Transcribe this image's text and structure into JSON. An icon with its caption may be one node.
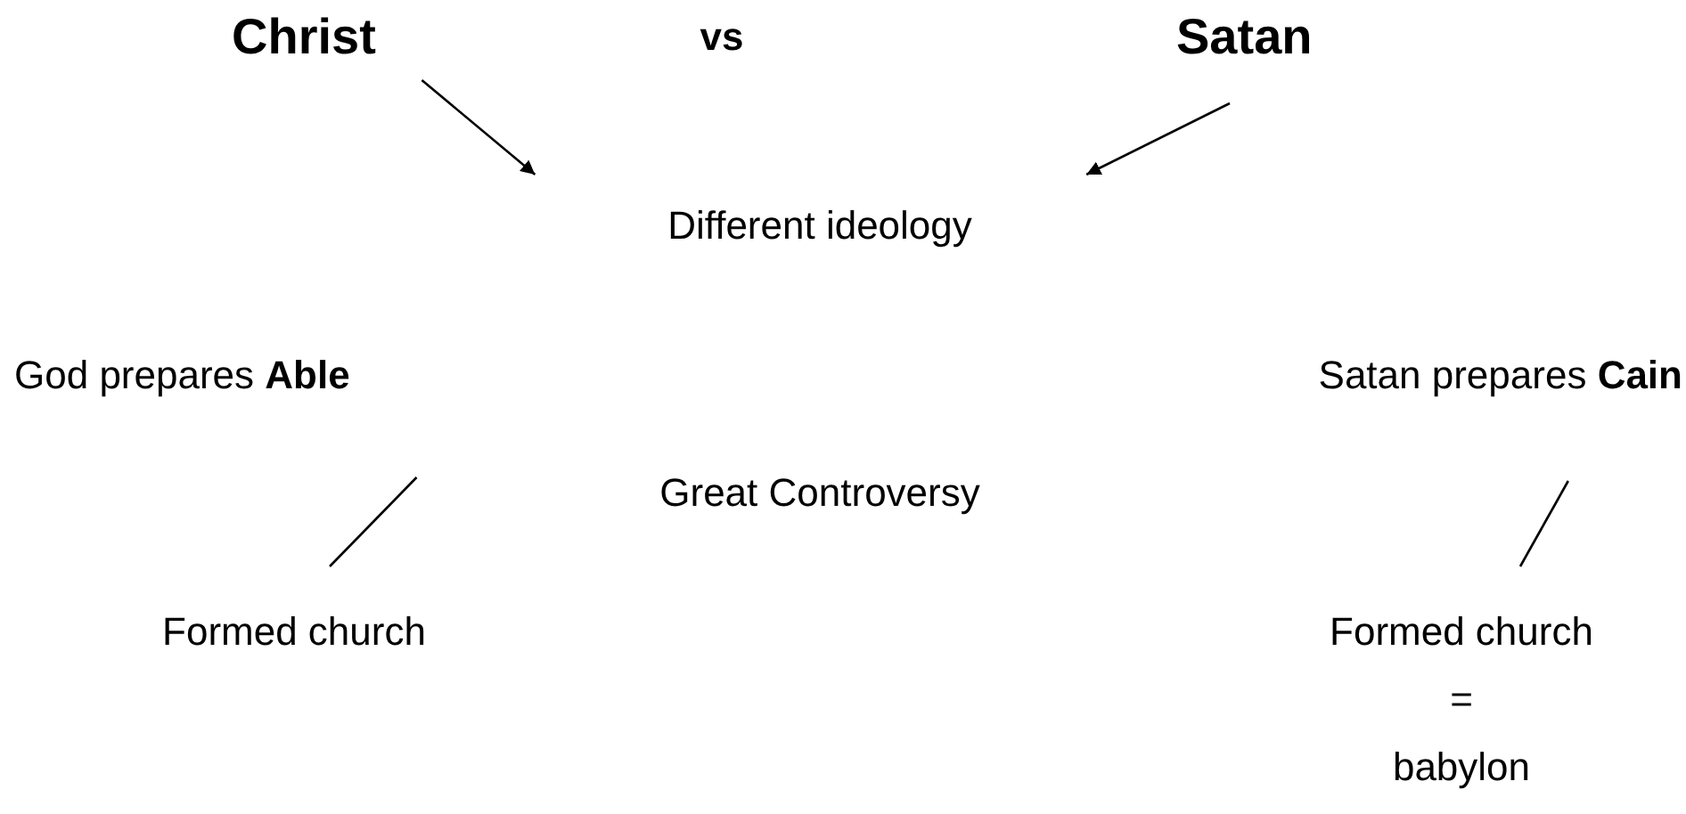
{
  "diagram": {
    "nodes": [
      {
        "text": [
          "Christ"
        ]
      },
      {
        "text": [
          "Satan"
        ]
      },
      {
        "text": [
          "Different ideology"
        ]
      },
      {
        "text": [
          "God prepares **Able**"
        ]
      },
      {
        "text": [
          "Satan prepares **Cain**"
        ]
      },
      {
        "text": [
          "Formed church"
        ]
      },
      {
        "text": [
          "Formed church",
          "=",
          "babylon"
        ]
      }
    ],
    "edges": [
      {
        "from": 0,
        "to": 2,
        "arrow": "to"
      },
      {
        "from": 1,
        "to": 2,
        "arrow": "to"
      },
      {
        "from": 3,
        "to": 5,
        "arrow": "none"
      },
      {
        "from": 4,
        "to": 6,
        "arrow": "none"
      }
    ],
    "labels": [
      "vs",
      "Great Controversy"
    ]
  }
}
